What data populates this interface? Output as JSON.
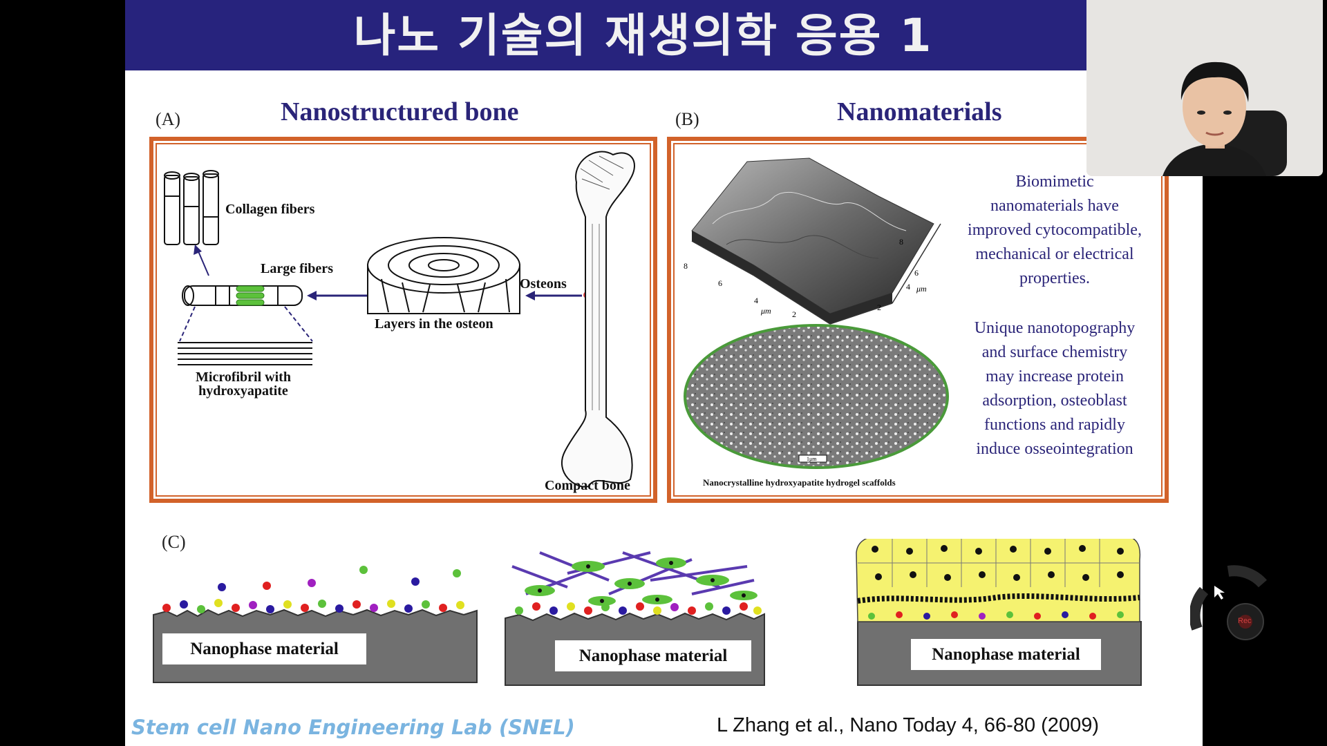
{
  "slide": {
    "title": "나노 기술의 재생의학 응용 1",
    "panel_a": {
      "letter": "(A)",
      "title": "Nanostructured bone",
      "labels": {
        "collagen": "Collagen fibers",
        "large_fibers": "Large fibers",
        "microfibril": "Microfibril with\nhydroxyapatite",
        "layers": "Layers in the osteon",
        "osteons": "Osteons",
        "compact_bone": "Compact bone"
      }
    },
    "panel_b": {
      "letter": "(B)",
      "title": "Nanomaterials",
      "text1": "Biomimetic\nnanomaterials have\nimproved cytocompatible,\nmechanical or electrical\nproperties.",
      "text2": "Unique nanotopography\nand surface chemistry\nmay increase protein\nadsorption, osteoblast\nfunctions and rapidly\ninduce osseointegration",
      "caption": "Nanocrystalline hydroxyapatite hydrogel scaffolds",
      "axis_unit": "μm",
      "scale_label": "1μm",
      "axis_ticks_left": [
        "8",
        "6",
        "4",
        "2"
      ],
      "axis_ticks_right": [
        "8",
        "6",
        "4",
        "2"
      ]
    },
    "panel_c": {
      "letter": "(C)",
      "material_label": "Nanophase material"
    },
    "footer_left": "Stem cell Nano Engineering Lab (SNEL)",
    "footer_right": "L Zhang et al., Nano Today 4, 66-80 (2009)"
  },
  "recorder": {
    "rec_label": "Rec"
  },
  "colors": {
    "title_bar": "#27237d",
    "frame_orange": "#d2622a",
    "panel_title": "#2a2478",
    "footer_left": "#7ab4e0"
  }
}
